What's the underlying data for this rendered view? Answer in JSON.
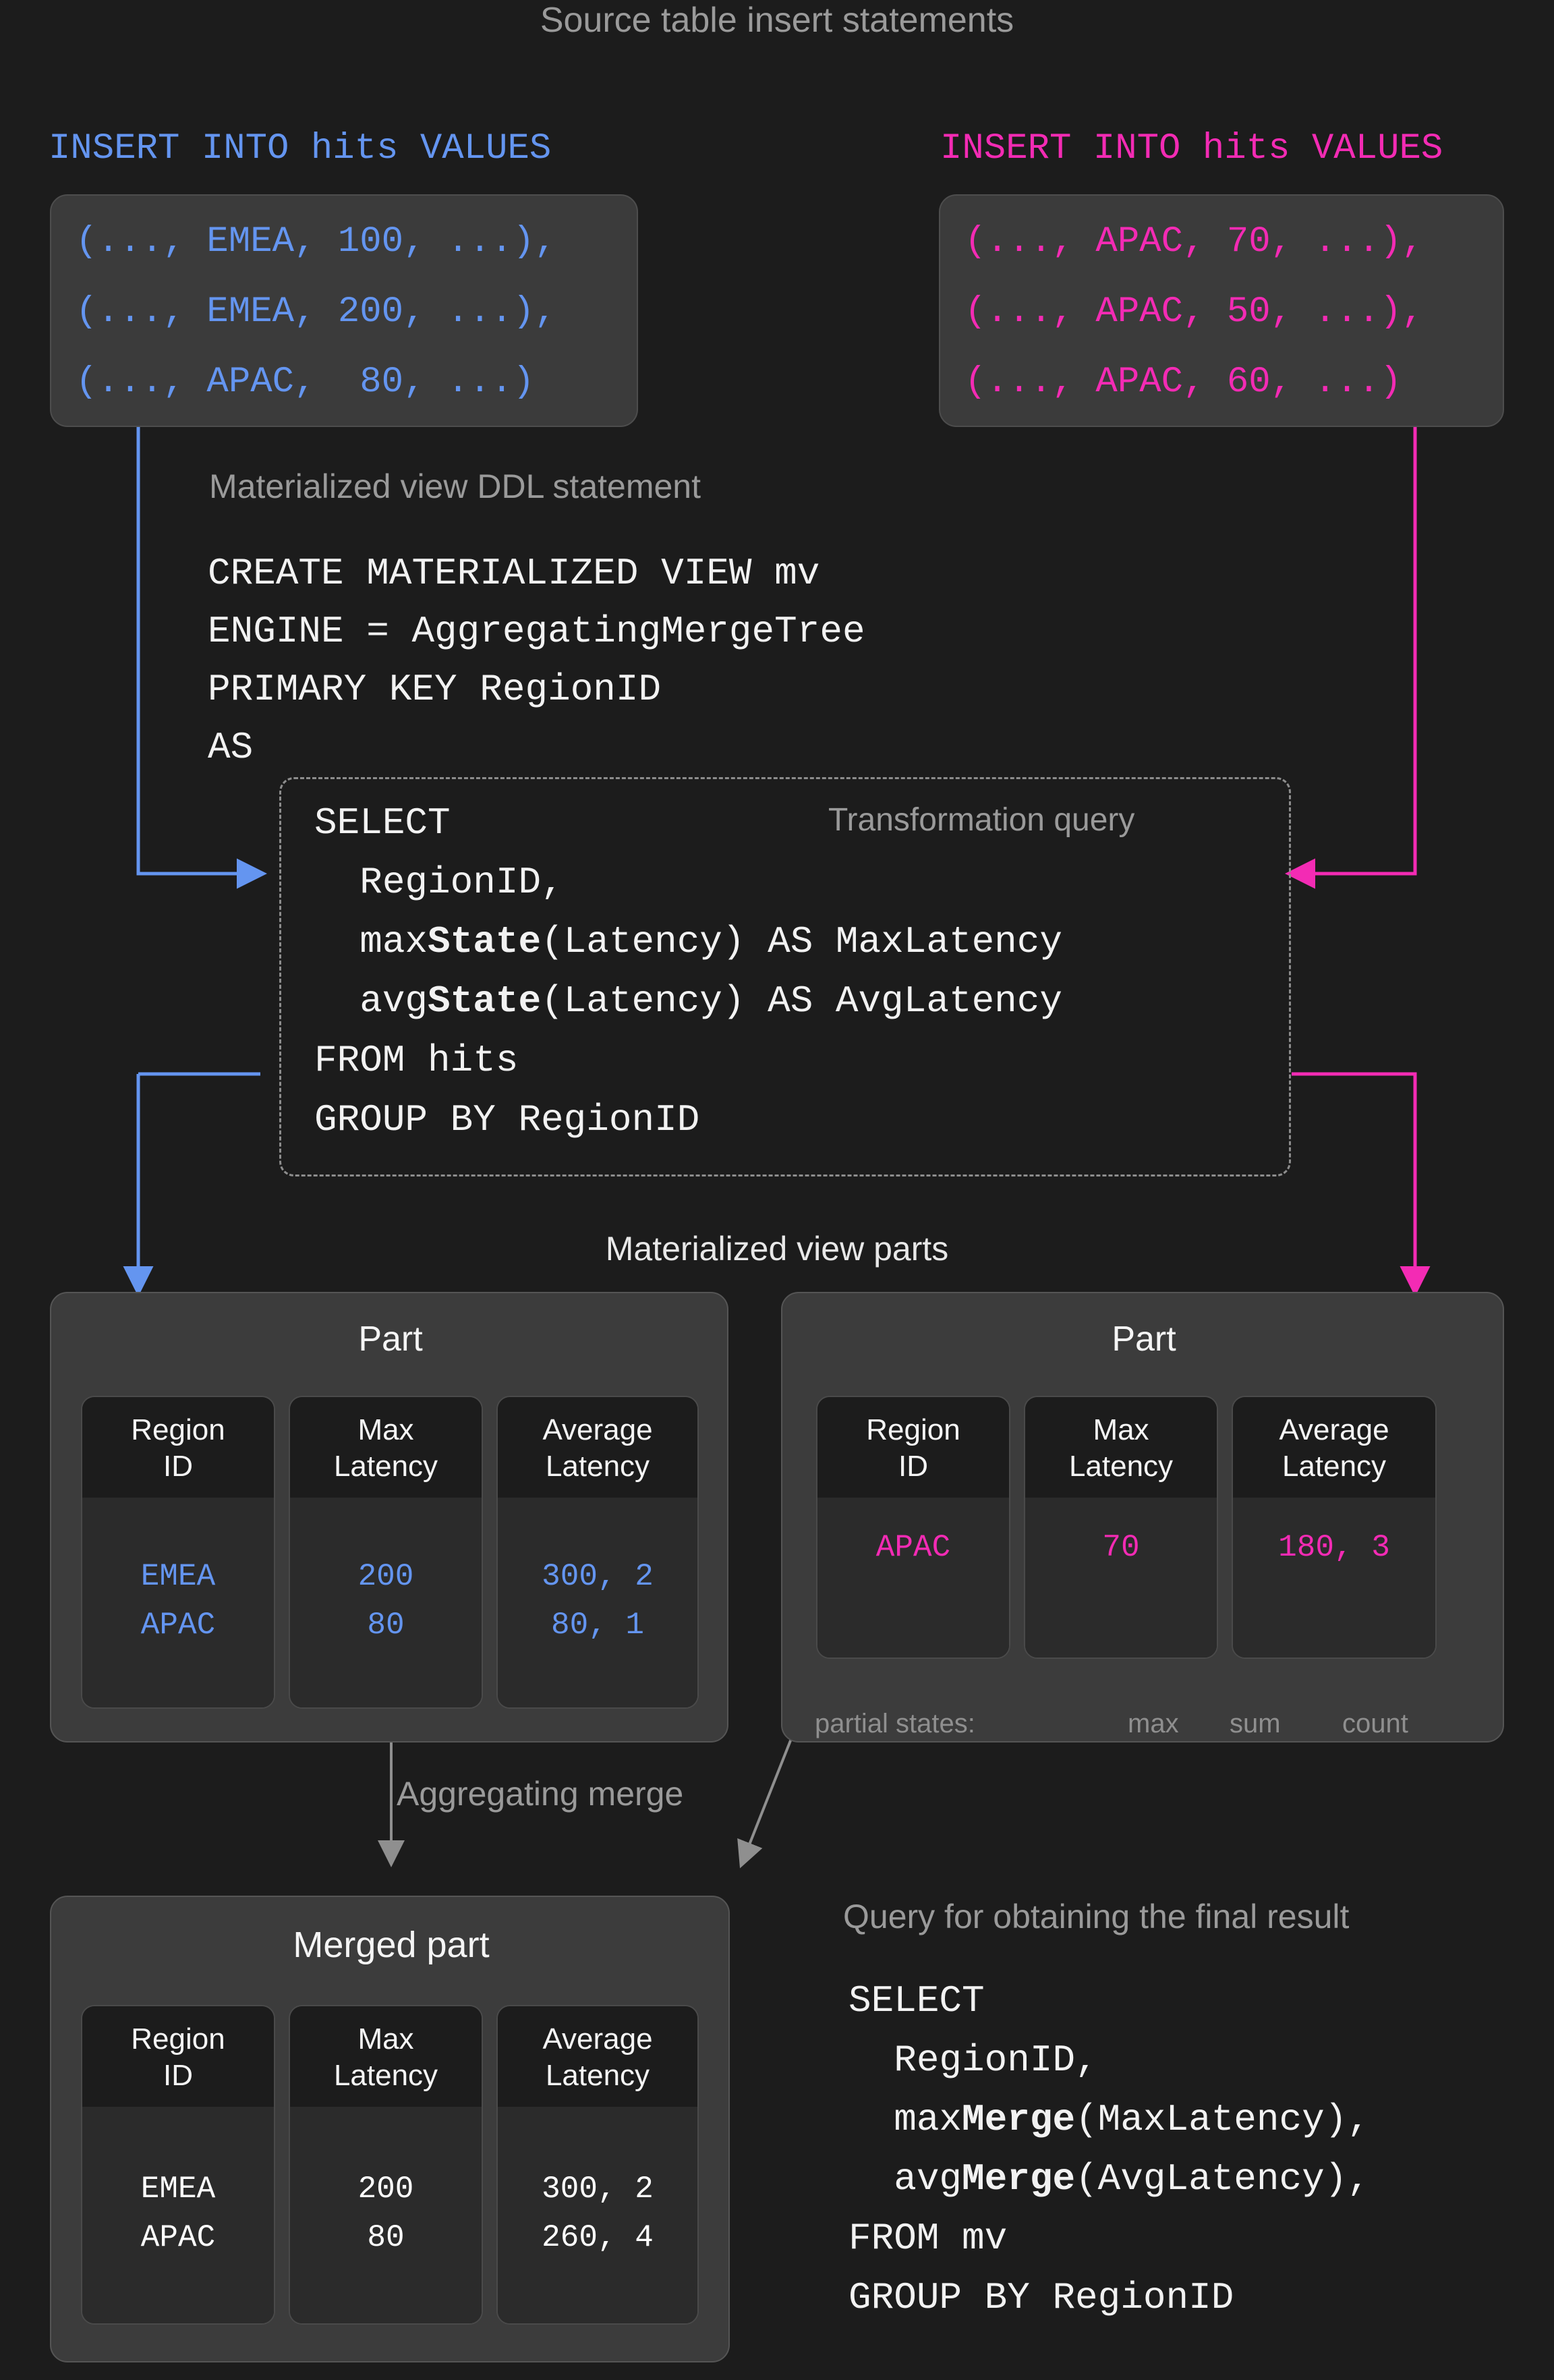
{
  "colors": {
    "background": "#1c1c1c",
    "blue": "#6495F0",
    "magenta": "#F32BB4",
    "grey_caption": "#9a9a9a",
    "white_caption": "#e8e8e8",
    "box_fill": "#3b3b3b",
    "part_fill": "#3c3c3c",
    "cell_head_fill": "#1c1c1c",
    "cell_body_fill": "#2b2b2b"
  },
  "top": {
    "title": "Source table insert statements",
    "inserts": [
      {
        "header": "INSERT INTO hits VALUES",
        "color": "#6495F0",
        "rows": [
          "(..., EMEA, 100, ...),",
          "(..., EMEA, 200, ...),",
          "(..., APAC,  80, ...)"
        ]
      },
      {
        "header": "INSERT INTO hits VALUES",
        "color": "#F32BB4",
        "rows": [
          "(..., APAC, 70, ...),",
          "(..., APAC, 50, ...),",
          "(..., APAC, 60, ...)"
        ]
      }
    ]
  },
  "ddl": {
    "caption": "Materialized view DDL statement",
    "lines": [
      "CREATE MATERIALIZED VIEW mv",
      "ENGINE = AggregatingMergeTree",
      "PRIMARY KEY RegionID",
      "AS"
    ]
  },
  "transformation": {
    "caption": "Transformation query",
    "line_select": "SELECT",
    "line_regionid": "  RegionID,",
    "line_max_pre": "  max",
    "line_max_bold": "State",
    "line_max_post": "(Latency) AS MaxLatency",
    "line_avg_pre": "  avg",
    "line_avg_bold": "State",
    "line_avg_post": "(Latency) AS AvgLatency",
    "line_from": "FROM hits",
    "line_group": "GROUP BY RegionID"
  },
  "parts_section": {
    "title": "Materialized view parts",
    "columns": [
      "Region\nID",
      "Max\nLatency",
      "Average\nLatency"
    ],
    "parts": [
      {
        "title": "Part",
        "color": "#6495F0",
        "rows": [
          {
            "region": "EMEA",
            "max": "200",
            "avg": "300, 2"
          },
          {
            "region": "APAC",
            "max": "80",
            "avg": "80, 1"
          }
        ],
        "partial_states": null
      },
      {
        "title": "Part",
        "color": "#F32BB4",
        "rows": [
          {
            "region": "APAC",
            "max": "70",
            "avg": "180, 3"
          }
        ],
        "partial_states": {
          "label": "partial states:",
          "items": [
            "max",
            "sum",
            "count"
          ]
        }
      }
    ]
  },
  "merge": {
    "label": "Aggregating merge",
    "merged_part": {
      "title": "Merged part",
      "columns": [
        "Region\nID",
        "Max\nLatency",
        "Average\nLatency"
      ],
      "rows": [
        {
          "region": "EMEA",
          "max": "200",
          "avg": "300, 2"
        },
        {
          "region": "APAC",
          "max": "80",
          "avg": "260, 4"
        }
      ]
    }
  },
  "final_query": {
    "caption": "Query for obtaining the final result",
    "line_select": "SELECT",
    "line_regionid": "  RegionID,",
    "line_max_pre": "  max",
    "line_max_bold": "Merge",
    "line_max_post": "(MaxLatency),",
    "line_avg_pre": "  avg",
    "line_avg_bold": "Merge",
    "line_avg_post": "(AvgLatency),",
    "line_from": "FROM mv",
    "line_group": "GROUP BY RegionID"
  }
}
